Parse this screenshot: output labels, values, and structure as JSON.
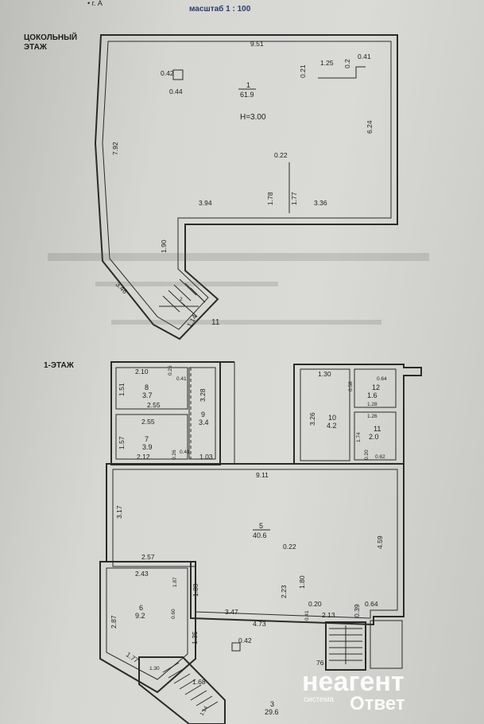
{
  "header": {
    "scale_text": "масштаб 1 : 100",
    "top_fragment": "• г. А"
  },
  "basement": {
    "title_line1": "ЦОКОЛЬНЫЙ",
    "title_line2": "ЭТАЖ",
    "room_number": "1",
    "room_area": "61.9",
    "height": "H=3.00",
    "stair_number": "2",
    "stair_exit": "11",
    "dims": {
      "top": "9.51",
      "col1": "0.42",
      "col2": "0.44",
      "wall_left": "7.92",
      "right_a": "0.21",
      "right_b": "1.25",
      "right_c": "0.2",
      "right_d": "0.41",
      "wall_right": "6.24",
      "center": "0.22",
      "bottom_left": "3.94",
      "p1": "1.78",
      "p2": "1.77",
      "bottom_right": "3.36",
      "corridor": "1.90",
      "diag": "3.46",
      "stair_w": "1.14"
    }
  },
  "first_floor": {
    "title": "1-ЭТАЖ",
    "rooms": [
      {
        "number": "8",
        "area": "3.7"
      },
      {
        "number": "7",
        "area": "3.9"
      },
      {
        "number": "9",
        "area": "3.4"
      },
      {
        "number": "10",
        "area": "4.2"
      },
      {
        "number": "12",
        "area": "1.6"
      },
      {
        "number": "11",
        "area": "2.0"
      },
      {
        "number": "5",
        "area": "40.6"
      },
      {
        "number": "6",
        "area": "9.2"
      },
      {
        "number": "3",
        "area": "29.6"
      }
    ],
    "dims": {
      "d210": "2.10",
      "d026a": "0.26",
      "d041a": "0.41",
      "d151": "1.51",
      "d255a": "2.55",
      "d328": "3.28",
      "d255b": "2.55",
      "d157": "1.57",
      "d212": "2.12",
      "d026b": "0.26",
      "d041b": "0.41",
      "d103": "1.03",
      "d130": "1.30",
      "d058": "0.58",
      "d064": "0.64",
      "d128": "1.28",
      "d326": "3.26",
      "d126": "1.26",
      "d174": "1.74",
      "d020": "0.20",
      "d062": "0.62",
      "d911": "9.11",
      "d317": "3.17",
      "d459": "4.59",
      "d257": "2.57",
      "d243": "2.43",
      "d022": "0.22",
      "d187": "1.87",
      "d189": "1.89",
      "d223": "2.23",
      "d180": "1.80",
      "d287": "2.87",
      "d060": "0.60",
      "d347": "3.47",
      "d473": "4.73",
      "d020b": "0.20",
      "d041c": "0.41",
      "d213": "2.13",
      "d039": "0.39",
      "d064b": "0.64",
      "d135": "1.35",
      "d042": "0.42",
      "d177": "1.77",
      "d130b": "1.30",
      "d168": "1.68",
      "d114": "1.14",
      "d076": "76"
    }
  },
  "watermark": {
    "brand": "неагент",
    "sub1": "система",
    "sub2": "Ответ"
  }
}
